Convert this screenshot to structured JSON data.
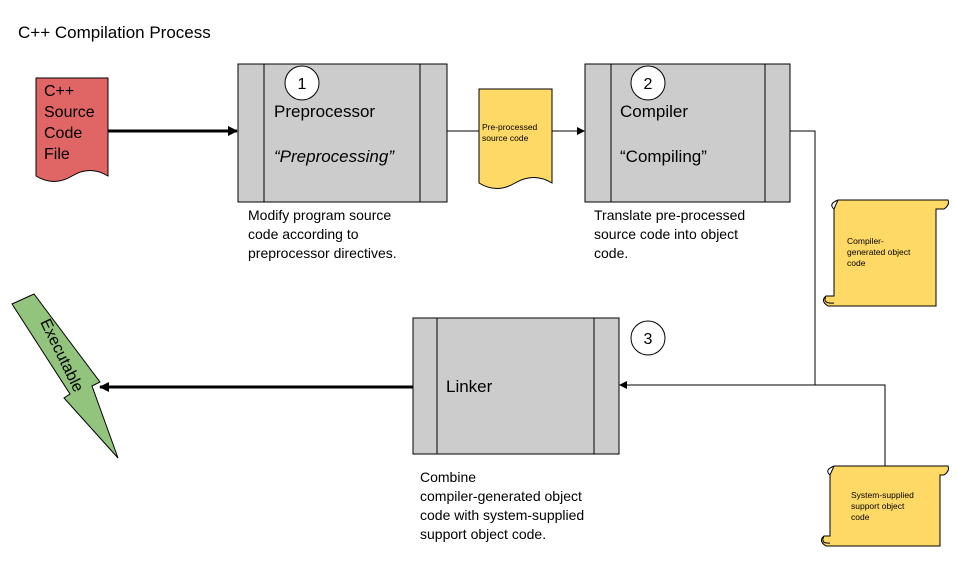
{
  "title": "C++ Compilation Process",
  "source": {
    "lines": [
      "C++",
      "Source",
      "Code",
      "File"
    ]
  },
  "preprocessor": {
    "step": "1",
    "name": "Preprocessor",
    "action": "“Preprocessing”",
    "description": [
      "Modify program source",
      "code according to",
      "preprocessor directives."
    ]
  },
  "preprocessed_doc": {
    "lines": [
      "Pre-processed",
      "source code"
    ]
  },
  "compiler": {
    "step": "2",
    "name": "Compiler",
    "action": "“Compiling”",
    "description": [
      "Translate pre-processed",
      "source code into object",
      "code."
    ]
  },
  "compiler_object": {
    "lines": [
      "Compiler-",
      "generated object",
      "code"
    ]
  },
  "linker": {
    "step": "3",
    "name": "Linker",
    "description": [
      "Combine",
      "compiler-generated object",
      "code with system-supplied",
      "support object code."
    ]
  },
  "system_object": {
    "lines": [
      "System-supplied",
      "support object",
      "code"
    ]
  },
  "executable": {
    "label": "Executable"
  },
  "colors": {
    "process_fill": "#cccccc",
    "source_fill": "#e06666",
    "doc_fill": "#ffd966",
    "executable_fill": "#93c47d"
  }
}
